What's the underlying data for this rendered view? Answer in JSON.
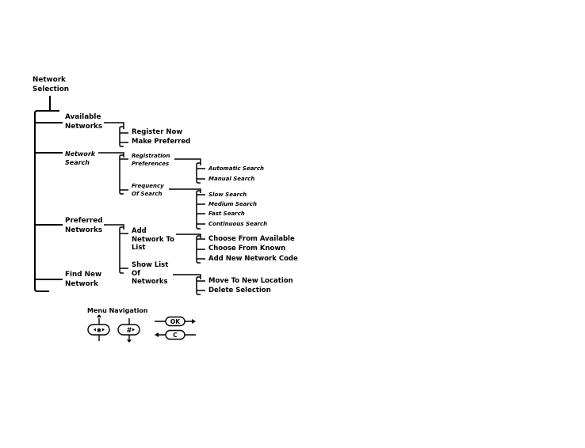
{
  "root": "Network Selection",
  "level1": [
    "Available Networks",
    "Network Search",
    "Preferred Networks",
    "Find New Network"
  ],
  "available_networks": {
    "items": [
      "Register Now",
      "Make Preferred"
    ]
  },
  "network_search": {
    "registration_preferences": {
      "label": "Registration Preferences",
      "items": [
        "Automatic Search",
        "Manual Search"
      ]
    },
    "frequency_of_search": {
      "label": "Frequency Of Search",
      "items": [
        "Slow Search",
        "Medium Search",
        "Fast Search",
        "Continuous Search"
      ]
    }
  },
  "preferred_networks": {
    "add_network": {
      "label": "Add Network To List",
      "items": [
        "Choose From Available",
        "Choose From Known",
        "Add New Network Code"
      ]
    },
    "show_list": {
      "label": "Show List Of Networks",
      "items": [
        "Move To New Location",
        "Delete Selection"
      ]
    }
  },
  "menu_navigation": {
    "title": "Menu Navigation",
    "keys": {
      "star": "✱",
      "hash": "#",
      "ok": "OK",
      "clear": "C"
    }
  }
}
